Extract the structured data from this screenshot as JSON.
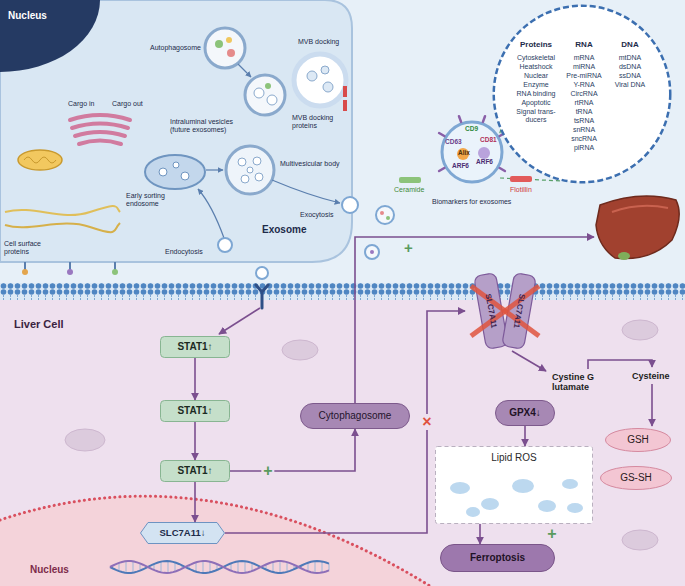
{
  "diagram": {
    "nodes": [
      {
        "text": [
          "Nucleus"
        ]
      },
      {
        "text": [
          "CD9",
          "CD63",
          "CD81",
          "Alix",
          "ARF6",
          "ARF6"
        ]
      },
      {
        "text": [
          "Proteins",
          "Cytoskeletal",
          "Heatshock",
          "Nuclear",
          "Enzyme",
          "RNA binding",
          "Apoptotic",
          "Signal trans- ducers",
          "RNA",
          "mRNA",
          "miRNA",
          "Pre-miRNA",
          "Y-RNA",
          "CircRNA",
          "rtRNA",
          "tRNA",
          "tsRNA",
          "snRNA",
          "sncRNA",
          "piRNA",
          "DNA",
          "mtDNA",
          "dsDNA",
          "ssDNA",
          "Viral DNA"
        ]
      },
      {
        "text": [
          "STAT1↑"
        ]
      },
      {
        "text": [
          "STAT1↑"
        ]
      },
      {
        "text": [
          "STAT1↑"
        ]
      },
      {
        "text": [
          "Nucleus"
        ]
      },
      {
        "text": [
          "SLC7A11↓"
        ],
        "in": 6
      },
      {
        "text": [
          "Cytophagosome"
        ]
      },
      {
        "text": [
          "SLC7A11",
          "SLC7A11"
        ]
      },
      {
        "text": [
          "GPX4↓"
        ]
      },
      {
        "text": [
          "Lipid ROS"
        ]
      },
      {
        "text": [
          "Ferroptosis"
        ]
      },
      {
        "text": [
          "GSH"
        ]
      },
      {
        "text": [
          "GS-SH"
        ]
      }
    ],
    "edges": [
      {
        "from": 3,
        "to": 4,
        "arrow": "to"
      },
      {
        "from": 4,
        "to": 5,
        "arrow": "to"
      },
      {
        "from": 5,
        "to": 7,
        "arrow": "to"
      },
      {
        "from": 5,
        "to": 8,
        "label": "+",
        "arrow": "to"
      },
      {
        "from": 7,
        "to": 9,
        "label": "×",
        "arrow": "to"
      },
      {
        "from": 10,
        "to": 11,
        "arrow": "to"
      },
      {
        "from": 11,
        "to": 12,
        "label": "+",
        "arrow": "to"
      }
    ],
    "labels": [
      "Autophagosome",
      "MVB docking",
      "Cargo in",
      "Cargo out",
      "Intraluminal vesicles (future exosomes)",
      "MVB docking proteins",
      "Multivesicular body",
      "Early sorting endosome",
      "Exocytosis",
      "Exosome",
      "Cell surface proteins",
      "Endocytosis",
      "Ceramide",
      "Biomarkers for exosomes",
      "Flotillin",
      "+",
      "Liver Cell",
      "Cystine G lutamate",
      "Cysteine"
    ]
  }
}
